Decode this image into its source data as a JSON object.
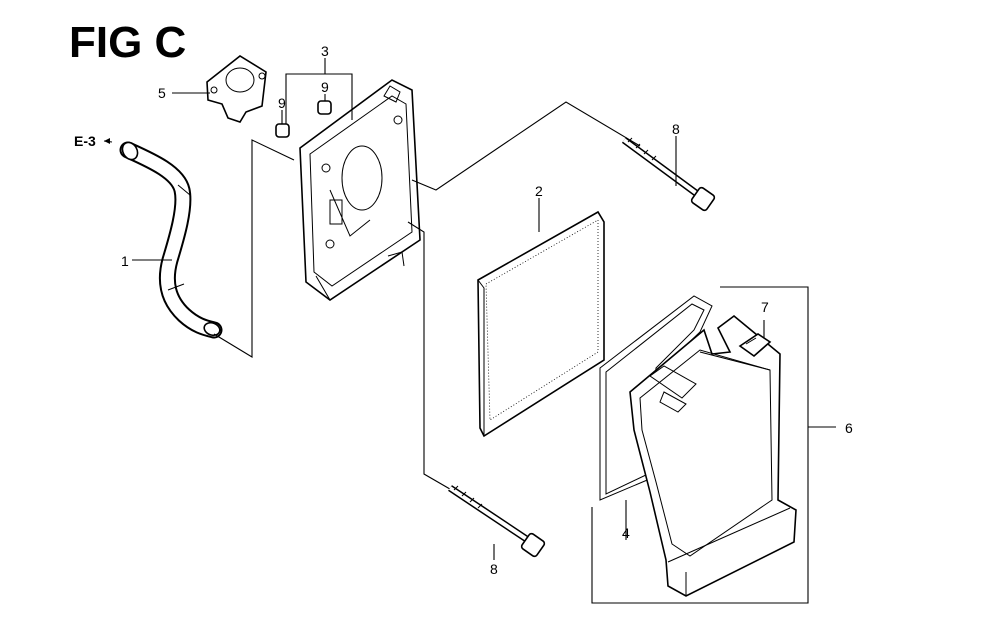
{
  "figure": {
    "title": "FIG C"
  },
  "reference": {
    "label": "E-3"
  },
  "callouts": {
    "c1": "1",
    "c2": "2",
    "c3": "3",
    "c4": "4",
    "c5": "5",
    "c6": "6",
    "c7": "7",
    "c8_top": "8",
    "c8_bottom": "8",
    "c9_left": "9",
    "c9_right": "9"
  }
}
